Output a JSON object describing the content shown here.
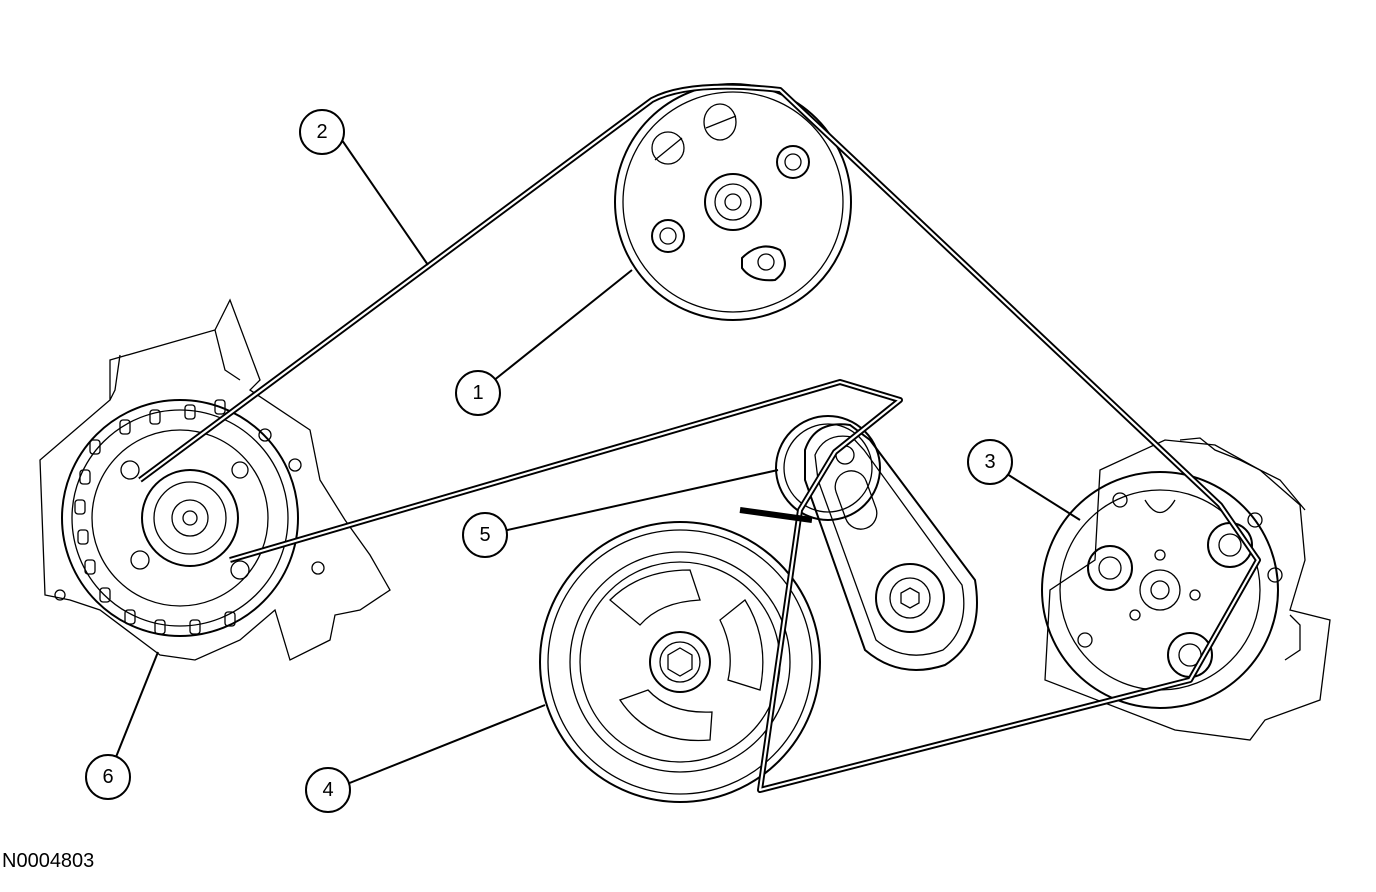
{
  "figure_code": "N0004803",
  "callouts": [
    {
      "id": "1",
      "label": "1"
    },
    {
      "id": "2",
      "label": "2"
    },
    {
      "id": "3",
      "label": "3"
    },
    {
      "id": "4",
      "label": "4"
    },
    {
      "id": "5",
      "label": "5"
    },
    {
      "id": "6",
      "label": "6"
    }
  ]
}
